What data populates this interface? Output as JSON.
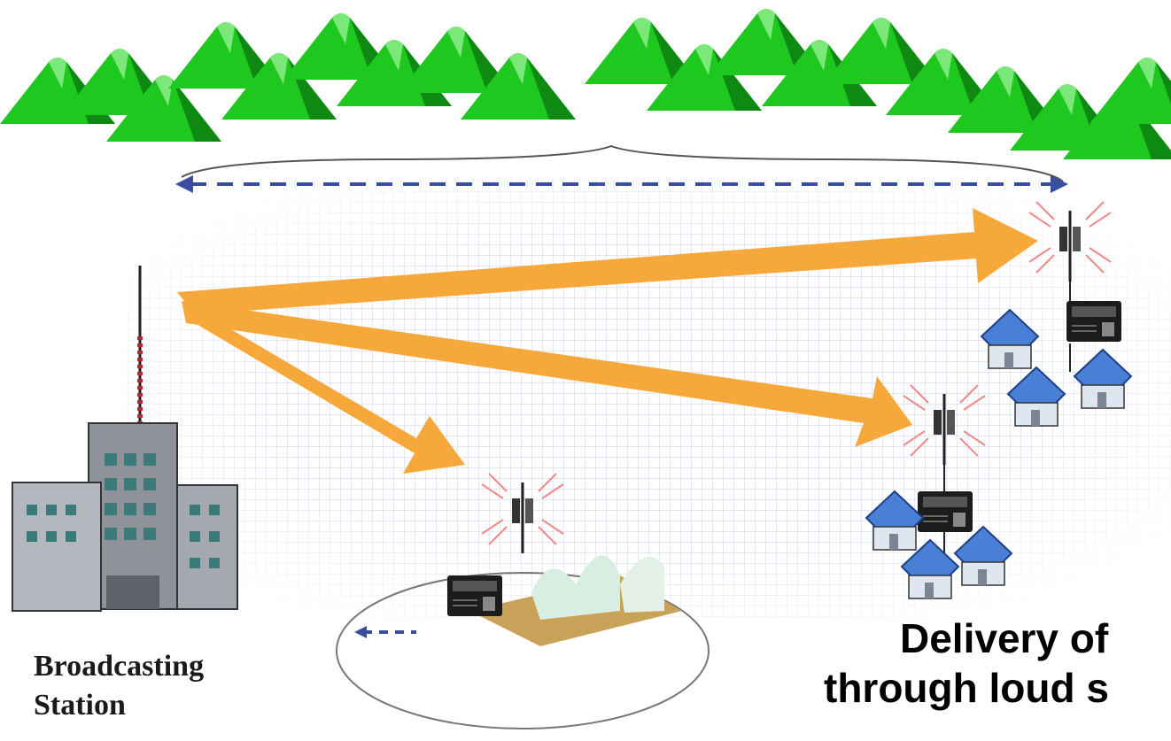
{
  "station": {
    "label_line1": "Broadcasting",
    "label_line2": "Station"
  },
  "delivery": {
    "line1": "Delivery of",
    "line2": "through loud s"
  },
  "colors": {
    "mountain": "#1fc81f",
    "mountain_dark": "#0e8a12",
    "arrow": "#f7a83a",
    "dashed_arrow": "#3a4ea0",
    "house_roof": "#4a7fd6",
    "grid": "#c9d2ee"
  },
  "icons": [
    "mountain-icon",
    "broadcast-tower-icon",
    "building-icon",
    "antenna-icon",
    "signal-waves-icon",
    "house-icon",
    "radio-icon"
  ]
}
